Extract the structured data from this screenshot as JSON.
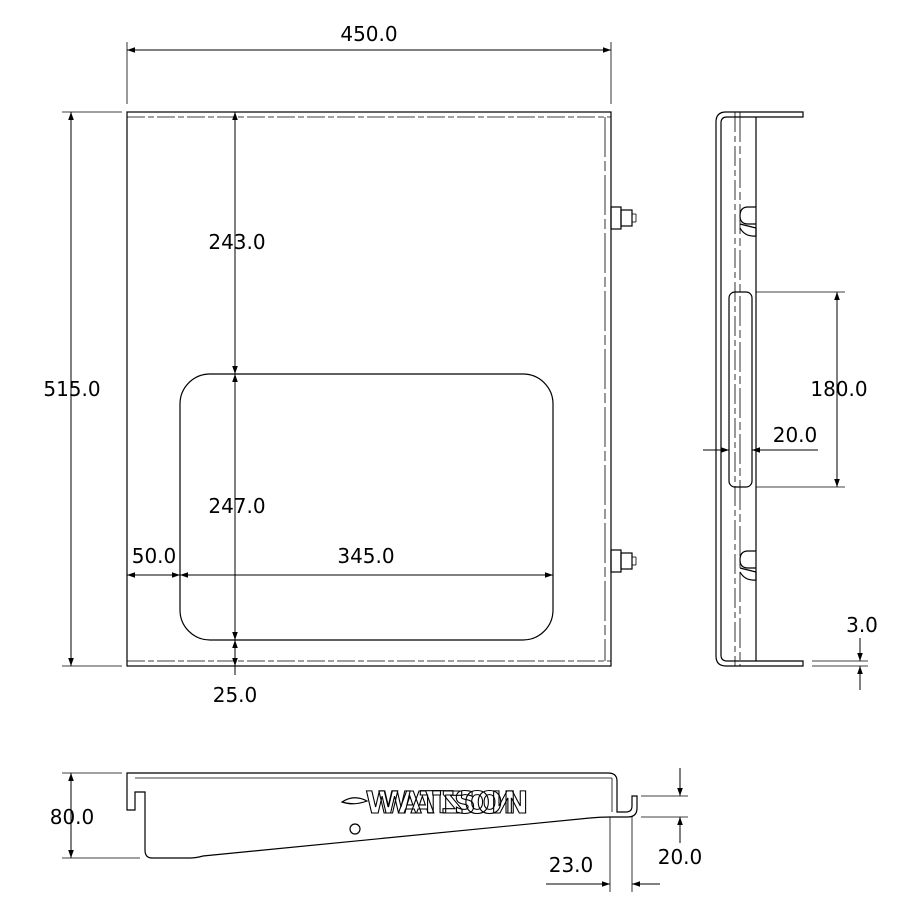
{
  "front_view": {
    "width_label": "450.0",
    "height_label": "515.0",
    "top_to_window_label": "243.0",
    "window_height_label": "247.0",
    "left_margin_label": "50.0",
    "window_width_label": "345.0",
    "bottom_margin_label": "25.0"
  },
  "side_view": {
    "slot_height_label": "180.0",
    "slot_width_label": "20.0",
    "thickness_label": "3.0"
  },
  "bottom_view": {
    "height_label": "80.0",
    "lip_height_label": "20.0",
    "lip_width_label": "23.0",
    "logo_mirrored_text": "NOZTAW",
    "logo_text": "WATSON"
  }
}
